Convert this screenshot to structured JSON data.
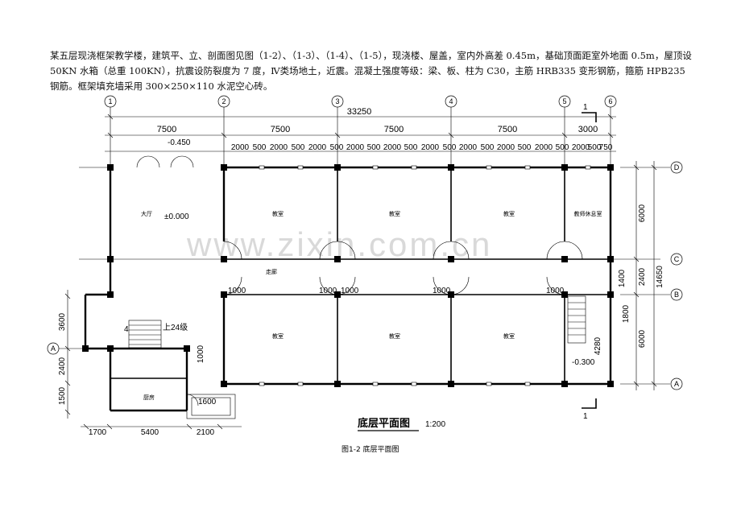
{
  "intro_text": "某五层现浇框架教学楼，建筑平、立、剖面图见图（1-2）、（1-3）、（1-4）、（1-5），现浇楼、屋盖，室内外高差 0.45m，基础顶面距室外地面 0.5m，屋顶设 50KN 水箱（总重 100KN），抗震设防裂度为 7 度，Ⅳ类场地土，近震。混凝土强度等级：梁、板、柱为 C30，主筋 HRB335 变形钢筋，箍筋 HPB235 钢筋。框架填充墙采用 300×250×110 水泥空心砖。",
  "watermark": "www.zixin.com.cn",
  "plan_title": "底层平面图",
  "plan_scale": "1:200",
  "figure_caption": "图1-2 底层平面图",
  "axes_top": [
    "1",
    "2",
    "3",
    "4",
    "5",
    "6"
  ],
  "axes_right": [
    "D",
    "C",
    "B",
    "A"
  ],
  "axis_left": "A",
  "overall_width": "33250",
  "bay_dims": [
    "7500",
    "7500",
    "7500",
    "7500",
    "3000"
  ],
  "window_dims": [
    "2000",
    "500",
    "2000",
    "500",
    "2000",
    "500",
    "2000",
    "500",
    "2000",
    "500",
    "2000",
    "500",
    "2000",
    "500",
    "2000",
    "500",
    "2000",
    "500",
    "2000",
    "500",
    "750"
  ],
  "right_dims": [
    "6000",
    "2400",
    "6000"
  ],
  "right_total": "14650",
  "left_dims": [
    "3600",
    "2400",
    "1500"
  ],
  "bottom_dims": [
    "1700",
    "5400",
    "2100"
  ],
  "rooms": {
    "hall": "大厅",
    "classroom": "教室",
    "office": "教师休息室",
    "corridor": "走廊",
    "kitchen": "厨房"
  },
  "levels": {
    "outdoor": "-0.450",
    "hall": "±0.000",
    "stair_left": "上24级",
    "stair_right": "-0.300"
  },
  "door_labels": [
    "1000",
    "1000",
    "1000",
    "1000",
    "1000"
  ],
  "section_mark": "1",
  "misc_labels": {
    "l1": "1000",
    "l2": "1600",
    "l3": "1800",
    "l4": "4280",
    "l5": "1400",
    "l6": "4"
  }
}
